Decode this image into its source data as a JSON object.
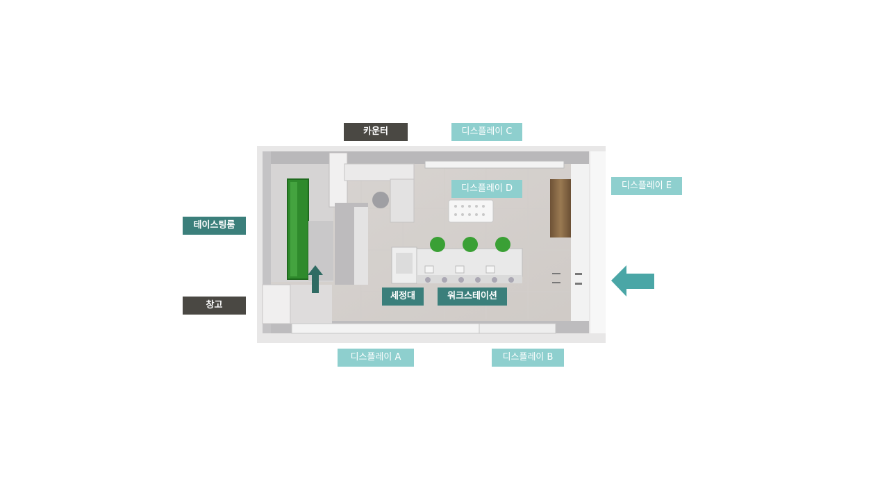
{
  "labels": {
    "counter": "카운터",
    "display_c": "디스플레이 C",
    "display_d": "디스플레이 D",
    "display_e": "디스플레이 E",
    "tasting_room": "테이스팅룸",
    "storage": "창고",
    "sink": "세정대",
    "workstation": "워크스테이션",
    "display_a": "디스플레이 A",
    "display_b": "디스플레이 B"
  },
  "colors": {
    "dark_label": "#4a4843",
    "teal_label": "#3b7f7b",
    "light_label": "#8ecfce",
    "entrance_arrow": "#4aa6a6",
    "exit_arrow": "#2f6b63",
    "green_furniture": "#3a9a35",
    "wood": "#8a6a45"
  },
  "icons": [
    "entrance-arrow-icon",
    "up-arrow-icon"
  ]
}
